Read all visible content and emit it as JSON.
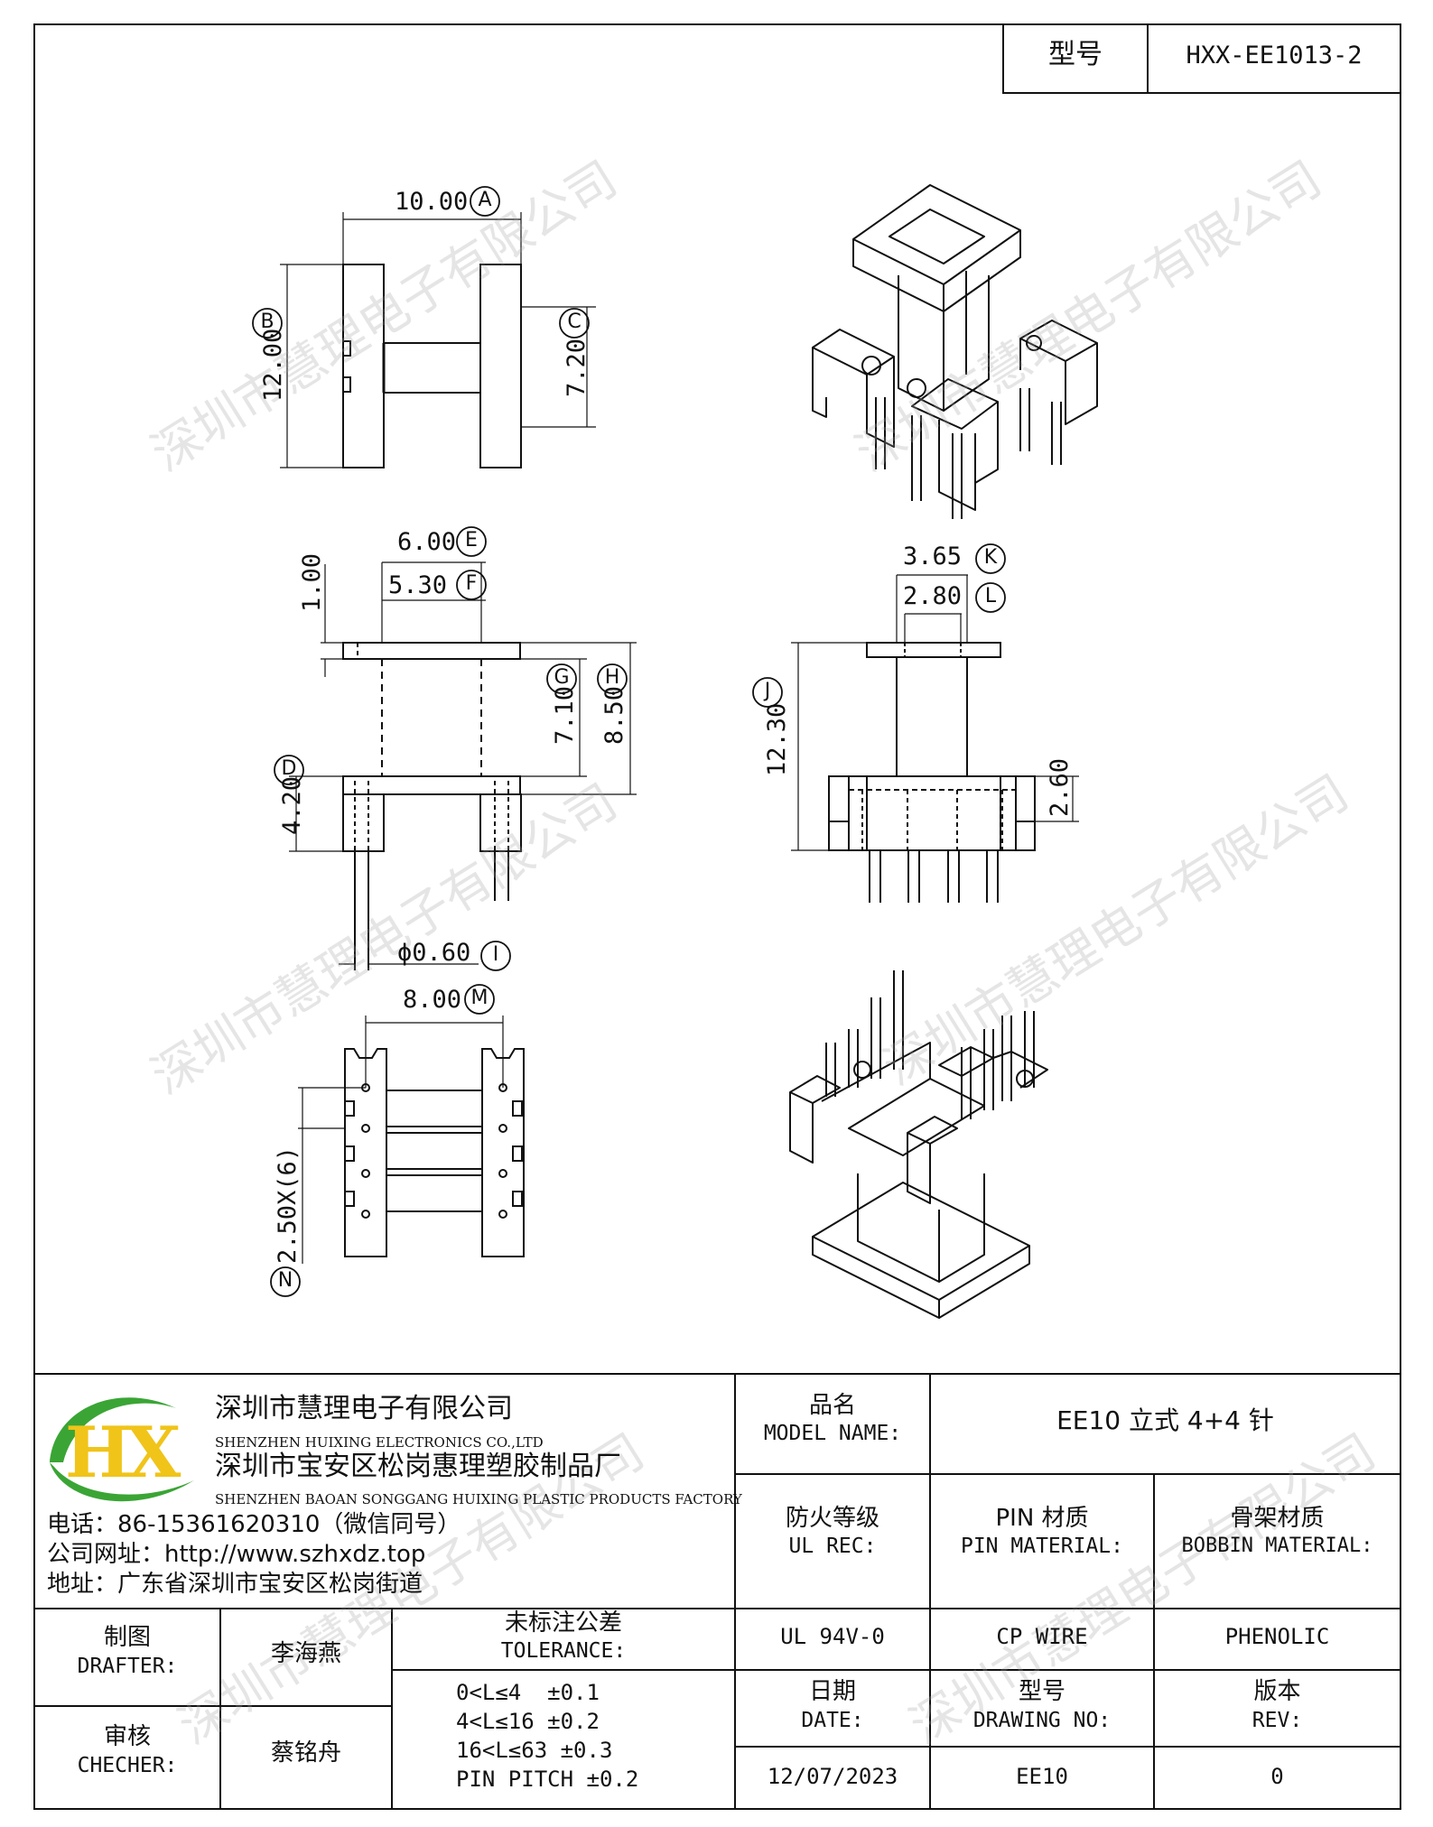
{
  "header": {
    "model_label": "型号",
    "model_value": "HXX-EE1013-2"
  },
  "dimensions": {
    "A": "10.00",
    "B": "12.00",
    "C": "7.20",
    "E": "6.00",
    "F": "5.30",
    "G": "7.10",
    "H": "8.50",
    "D": "4.20",
    "top_gap": "1.00",
    "I": "ϕ0.60",
    "K": "3.65",
    "L": "2.80",
    "J": "12.30",
    "side_h": "2.60",
    "M": "8.00",
    "N": "2.50X(6)"
  },
  "callouts": [
    "A",
    "B",
    "C",
    "E",
    "F",
    "G",
    "H",
    "D",
    "I",
    "K",
    "L",
    "J",
    "M",
    "N"
  ],
  "company": {
    "name_cn": "深圳市慧理电子有限公司",
    "name_en": "SHENZHEN HUIXING ELECTRONICS CO.,LTD",
    "factory_cn": "深圳市宝安区松岗惠理塑胶制品厂",
    "factory_en": "SHENZHEN BAOAN SONGGANG HUIXING PLASTIC PRODUCTS FACTORY",
    "phone": "电话：86-15361620310（微信同号）",
    "website": "公司网址：http://www.szhxdz.top",
    "address": "地址：广东省深圳市宝安区松岗街道",
    "logo_text": "HX",
    "logo_colors": {
      "green": "#3aa535",
      "yellow": "#f0c419"
    }
  },
  "title_block": {
    "model_name_cn": "品名",
    "model_name_en": "MODEL NAME:",
    "model_name_value": "EE10 立式 4+4 针",
    "ul_cn": "防火等级",
    "ul_en": "UL REC:",
    "pin_cn": "PIN 材质",
    "pin_en": "PIN MATERIAL:",
    "bobbin_cn": "骨架材质",
    "bobbin_en": "BOBBIN MATERIAL:",
    "ul_value": "UL 94V-0",
    "pin_value": "CP WIRE",
    "bobbin_value": "PHENOLIC",
    "date_cn": "日期",
    "date_en": "DATE:",
    "drawing_cn": "型号",
    "drawing_en": "DRAWING NO:",
    "rev_cn": "版本",
    "rev_en": "REV:",
    "date_value": "12/07/2023",
    "drawing_value": "EE10",
    "rev_value": "0",
    "drafter_cn": "制图",
    "drafter_en": "DRAFTER:",
    "drafter_name": "李海燕",
    "checker_cn": "审核",
    "checker_en": "CHECHER:",
    "checker_name": "蔡铭舟",
    "tolerance_cn": "未标注公差",
    "tolerance_en": "TOLERANCE:",
    "tolerances": [
      "0<L≤4  ±0.1",
      "4<L≤16 ±0.2",
      "16<L≤63 ±0.3",
      "PIN PITCH ±0.2"
    ]
  },
  "watermark": "深圳市慧理电子有限公司"
}
